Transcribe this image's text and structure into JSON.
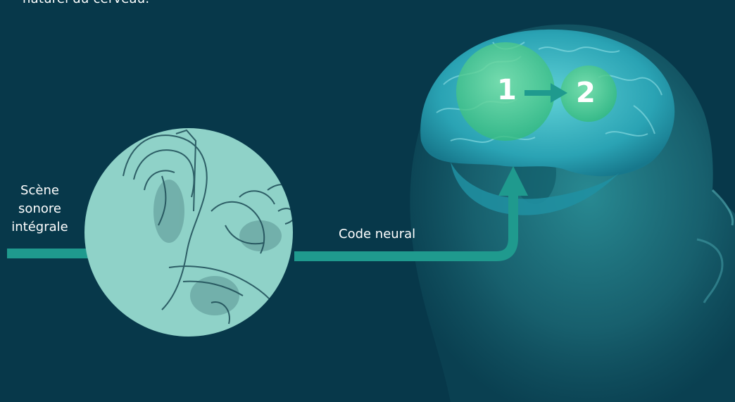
{
  "caption": "naturel du cerveau.",
  "labels": {
    "input": [
      "Scène",
      "sonore",
      "intégrale"
    ],
    "code": "Code neural"
  },
  "regions": {
    "first": "1",
    "second": "2"
  },
  "colors": {
    "background": "#07384a",
    "ear_circle": "#8fd2c8",
    "arrow": "#1f9a8e",
    "region_green": "#3ec888",
    "head": "#1c6e78",
    "text": "#ffffff"
  },
  "icons": {
    "ear": "ear-anatomy-illustration",
    "head": "human-head-profile",
    "brain": "brain-illustration"
  }
}
